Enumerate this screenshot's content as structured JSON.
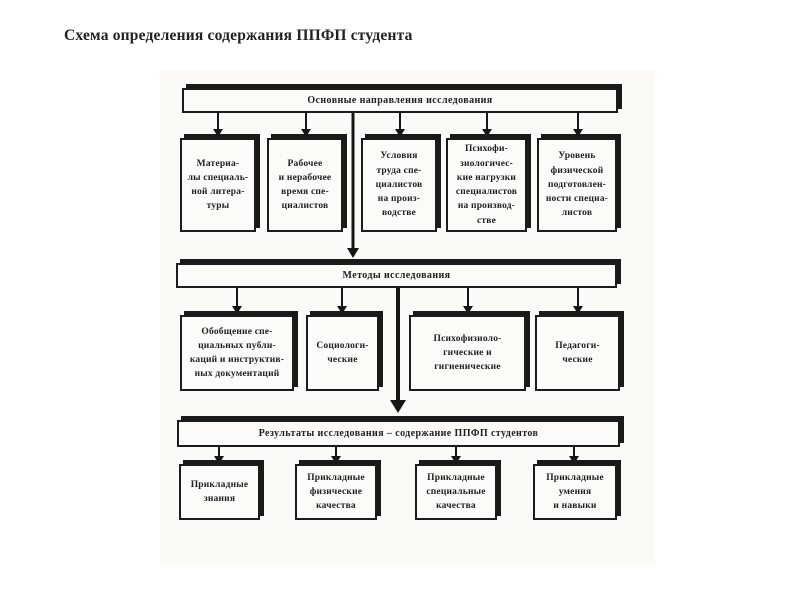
{
  "page_title": "Схема определения содержания ППФП студента",
  "colors": {
    "ink": "#1a1a1a",
    "paper": "#ffffff",
    "box_fill": "#fcfbf8"
  },
  "sections": {
    "directions": {
      "header": "Основные направления исследования",
      "boxes": [
        "Материа-\nлы специаль-\nной литера-\nтуры",
        "Рабочее\nи нерабочее\nвремя спе-\nциалистов",
        "Условия\nтруда спе-\nциалистов\nна произ-\nводстве",
        "Психофи-\nзиологичес-\nкие нагрузки\nспециалистов\nна производ-\nстве",
        "Уровень\nфизической\nподготовлен-\nности специа-\nлистов"
      ]
    },
    "methods": {
      "header": "Методы исследования",
      "boxes": [
        "Обобщение спе-\nциальных публи-\nкаций и инструктив-\nных документаций",
        "Социологи-\nческие",
        "Психофизиоло-\nгические и\nгигиенические",
        "Педагоги-\nческие"
      ]
    },
    "results": {
      "header": "Результаты исследования – содержание ППФП студентов",
      "boxes": [
        "Прикладные\nзнания",
        "Прикладные\nфизические\nкачества",
        "Прикладные\nспециальные\nкачества",
        "Прикладные\nумения\nи навыки"
      ]
    }
  }
}
